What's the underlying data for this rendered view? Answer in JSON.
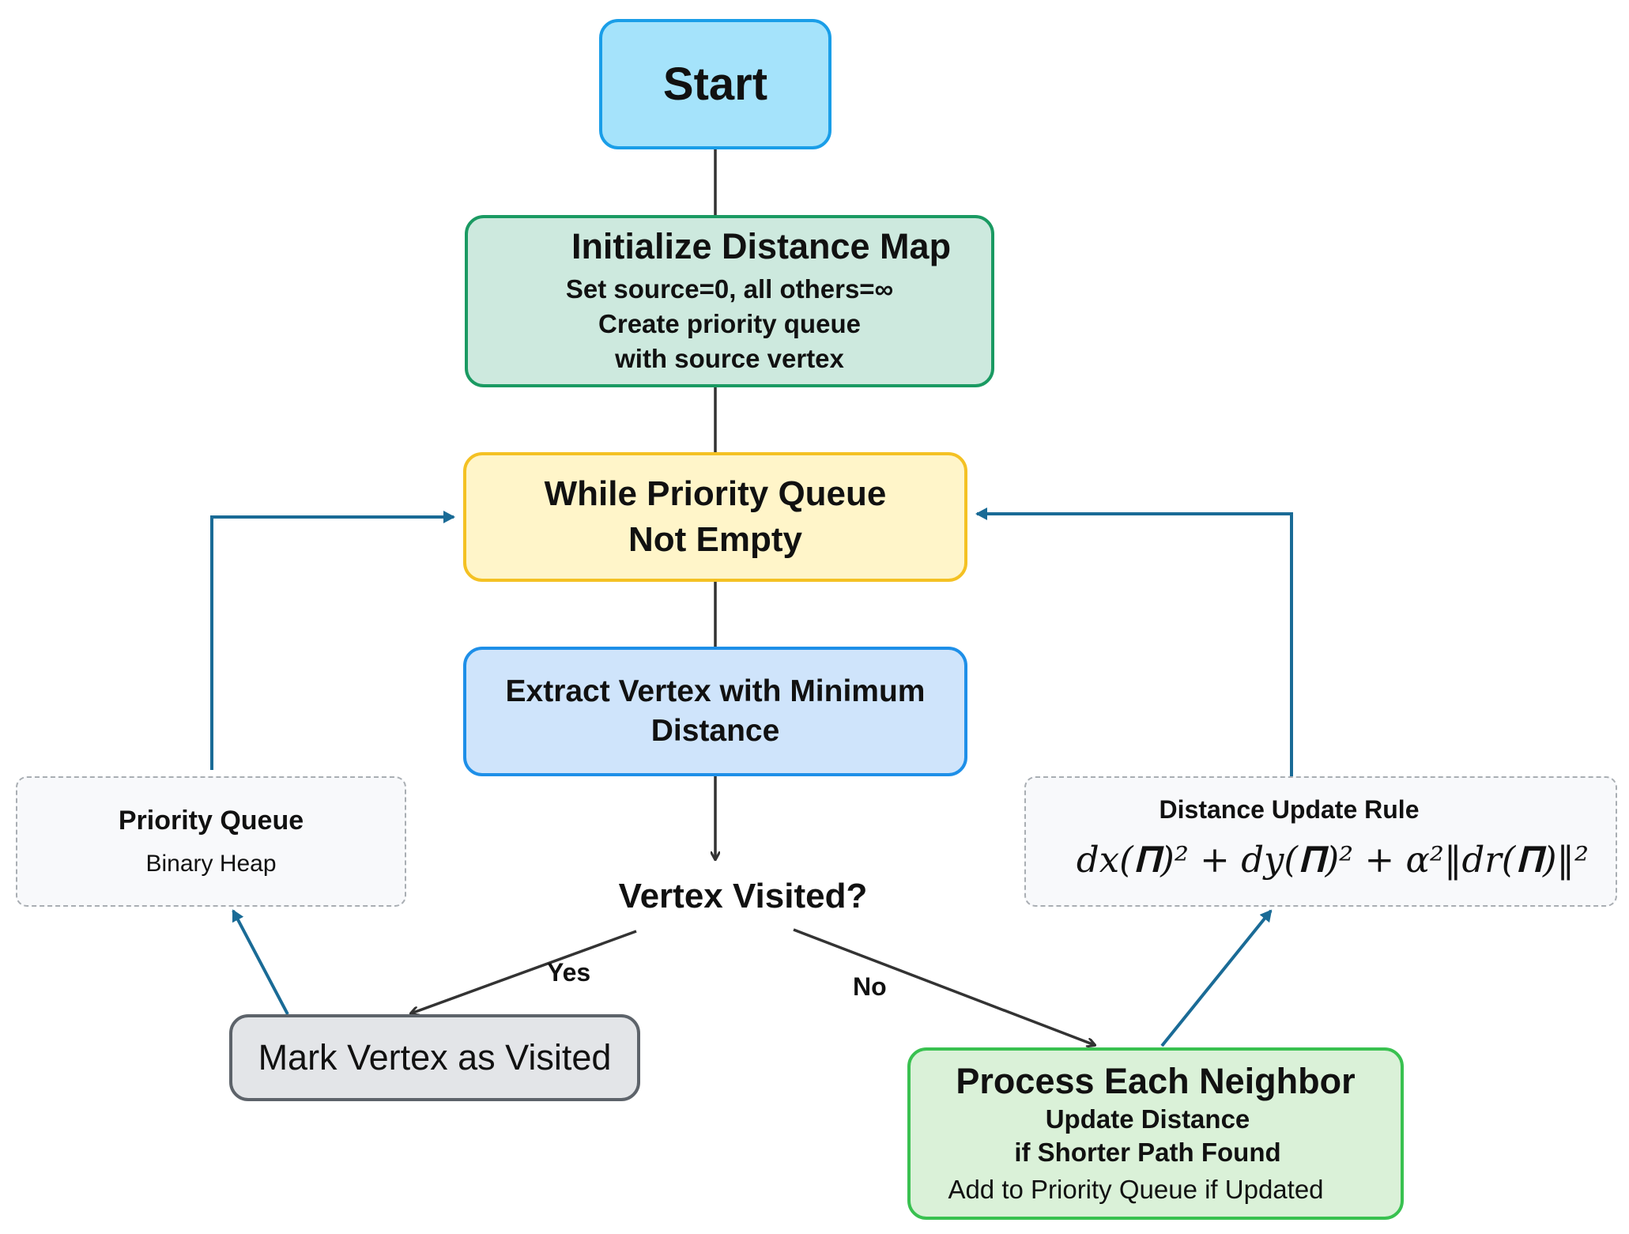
{
  "colors": {
    "connector": "#333333",
    "feedback_arrow": "#1a6b96"
  },
  "nodes": {
    "start": {
      "label": "Start"
    },
    "init": {
      "title": "Initialize Distance Map",
      "line1": "Set source=0, all others=∞",
      "line2": "Create priority queue",
      "line3": "with source vertex"
    },
    "loop": {
      "line1": "While Priority Queue",
      "line2": "Not Empty"
    },
    "extract": {
      "line1": "Extract Vertex with Minimum",
      "line2": "Distance"
    },
    "decision": {
      "label": "Vertex Visited?"
    },
    "priority_queue": {
      "title": "Priority Queue",
      "subtitle": "Binary Heap"
    },
    "update_rule": {
      "title": "Distance Update Rule",
      "formula": "dx(𝚷)² + dy(𝚷)² + α²‖dr(𝚷)‖²"
    },
    "mark_visited": {
      "label": "Mark Vertex as Visited"
    },
    "process_neighbor": {
      "title": "Process Each Neighbor",
      "line1": "Update Distance",
      "line2": "if Shorter Path Found",
      "line3": "Add to Priority Queue if Updated"
    }
  },
  "edges": {
    "yes_label": "Yes",
    "no_label": "No"
  }
}
